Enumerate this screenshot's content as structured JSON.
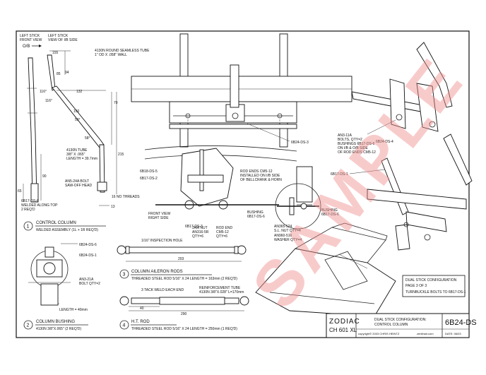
{
  "watermark": "SAMPLE",
  "views": {
    "left_front_line1": "LEFT STICK",
    "left_front_line2": "FRONT VIEW",
    "left_side_line1": "LEFT STICK",
    "left_side_line2": "VIEW OF I/B SIDE",
    "arrow_label": "O/B"
  },
  "dims": {
    "d155": "155",
    "d85": "85",
    "d94": "94",
    "d132": "132",
    "d116a": "116°",
    "d116b": "116°",
    "d150": "150",
    "d59": "59°",
    "d70": "70",
    "d58": "58°",
    "d215": "215",
    "d90": "90",
    "d65": "65",
    "d13": "13",
    "d203": "203",
    "d40": "40",
    "d290": "290"
  },
  "notes": {
    "tube_4130_line1": "4130N ROUND SEAMLESS TUBE",
    "tube_4130_line2": "1\" OD X .058\" WALL",
    "tube2_line1": "4130N TUBE",
    "tube2_line2": "3/8\" X .065\"",
    "tube2_line3": "LENGTH = 39.7mm",
    "bolt_line1": "AN5-24A BOLT",
    "bolt_line2": "SAW-OFF HEAD",
    "weld_line1": "6B17-DS-6",
    "weld_line2": "WELDED ALONG TOP",
    "weld_line3": "2 REQ'D",
    "no_threads": "16 NO THREADS",
    "ds5": "6B18-DS-5",
    "ds2": "6B17-DS-2",
    "front_view_line1": "FRONT VIEW",
    "front_view_line2": "RIGHT SIDE",
    "ds3a": "6B24-DS-3",
    "ds3b": "6B17-DS-3",
    "rod_ends_line1": "ROD ENDS CM5-12",
    "rod_ends_line2": "INSTALLED ON I/B SIDE",
    "rod_ends_line3": "OF BELLCRANK & HORN",
    "bushing_line1": "BUSHING",
    "bushing_line2": "6B17-DS-6",
    "an3_line1": "AN3-11A",
    "an3_line2": "BOLTS, QTY=2",
    "an3_line3": "BUSHINGS 6B17-DS-6",
    "an3_line4": "ON I/B & O/B SIDE",
    "an3_line5": "OF ROD ENDS CM5-12",
    "ds4": "6B24-DS-4",
    "ds1a": "6B17-DS-1",
    "ds1b": "6B24-DS-1",
    "bushing2_line1": "BUSHING",
    "bushing2_line2": "6B17-DS-6",
    "an365_line1": "AN365-524",
    "an365_line2": "S.L. NUT QTY=4",
    "an960_line1": "AN960-516",
    "an960_line2": "WASHER QTY=4",
    "ds6": "6B24-DS-6",
    "an3b_line1": "AN3-21A",
    "an3b_line2": "BOLT QTY=2",
    "length40": "LENGTH = 40mm",
    "insp_hole": "1/16\" INSPECTION HOLE",
    "jam_line1": "JAM NUT",
    "jam_line2": "AN316-5R",
    "jam_line3": "QTY=6",
    "rodend_line1": "ROD END",
    "rodend_line2": "CM5-12",
    "rodend_line3": "QTY=6",
    "tack_weld": "3 TACK WELD EACH END",
    "reinf_line1": "REINFORCEMENT TUBE",
    "reinf_line2": "4130N 3/8\"X.028\" L=170mm"
  },
  "callouts": {
    "c1": {
      "num": "1",
      "title": "CONTROL COLUMN",
      "sub": "WELDED ASSEMBLY (1L + 1R REQ'D)"
    },
    "c2": {
      "num": "2",
      "title": "COLUMN BUSHING",
      "sub": "4130N 3/8\"X.065\" (2 REQ'D)"
    },
    "c3": {
      "num": "3",
      "title": "COLUMN AILERON RODS",
      "sub": "THREADED  STEEL  ROD 5/16\" X 24 LENGTH = 163mm (2 REQ'D)"
    },
    "c4": {
      "num": "4",
      "title": "H.T. ROD",
      "sub": "THREADED  STEEL  ROD  5/16\" X 24   LENGTH = 250mm  (1 REQ'D)"
    }
  },
  "config_box": {
    "line1": "DUAL STICK CONFIGURATION",
    "line2": "PAGE 3 OF 3",
    "line3": "TURNBUCKLE BOLTS TO 6B17-DS-1"
  },
  "title_block": {
    "brand": "ZODIAC",
    "model": "CH 601 XL",
    "title_line1": "DUAL STICK CONFIGURATION:",
    "title_line2": "CONTROL COLUMN",
    "copyright": "copyright© 2003  CHRIS HEINTZ",
    "website": "zenithair.com",
    "drawing_no": "6B24-DS",
    "date": "DATE: 06/03"
  }
}
